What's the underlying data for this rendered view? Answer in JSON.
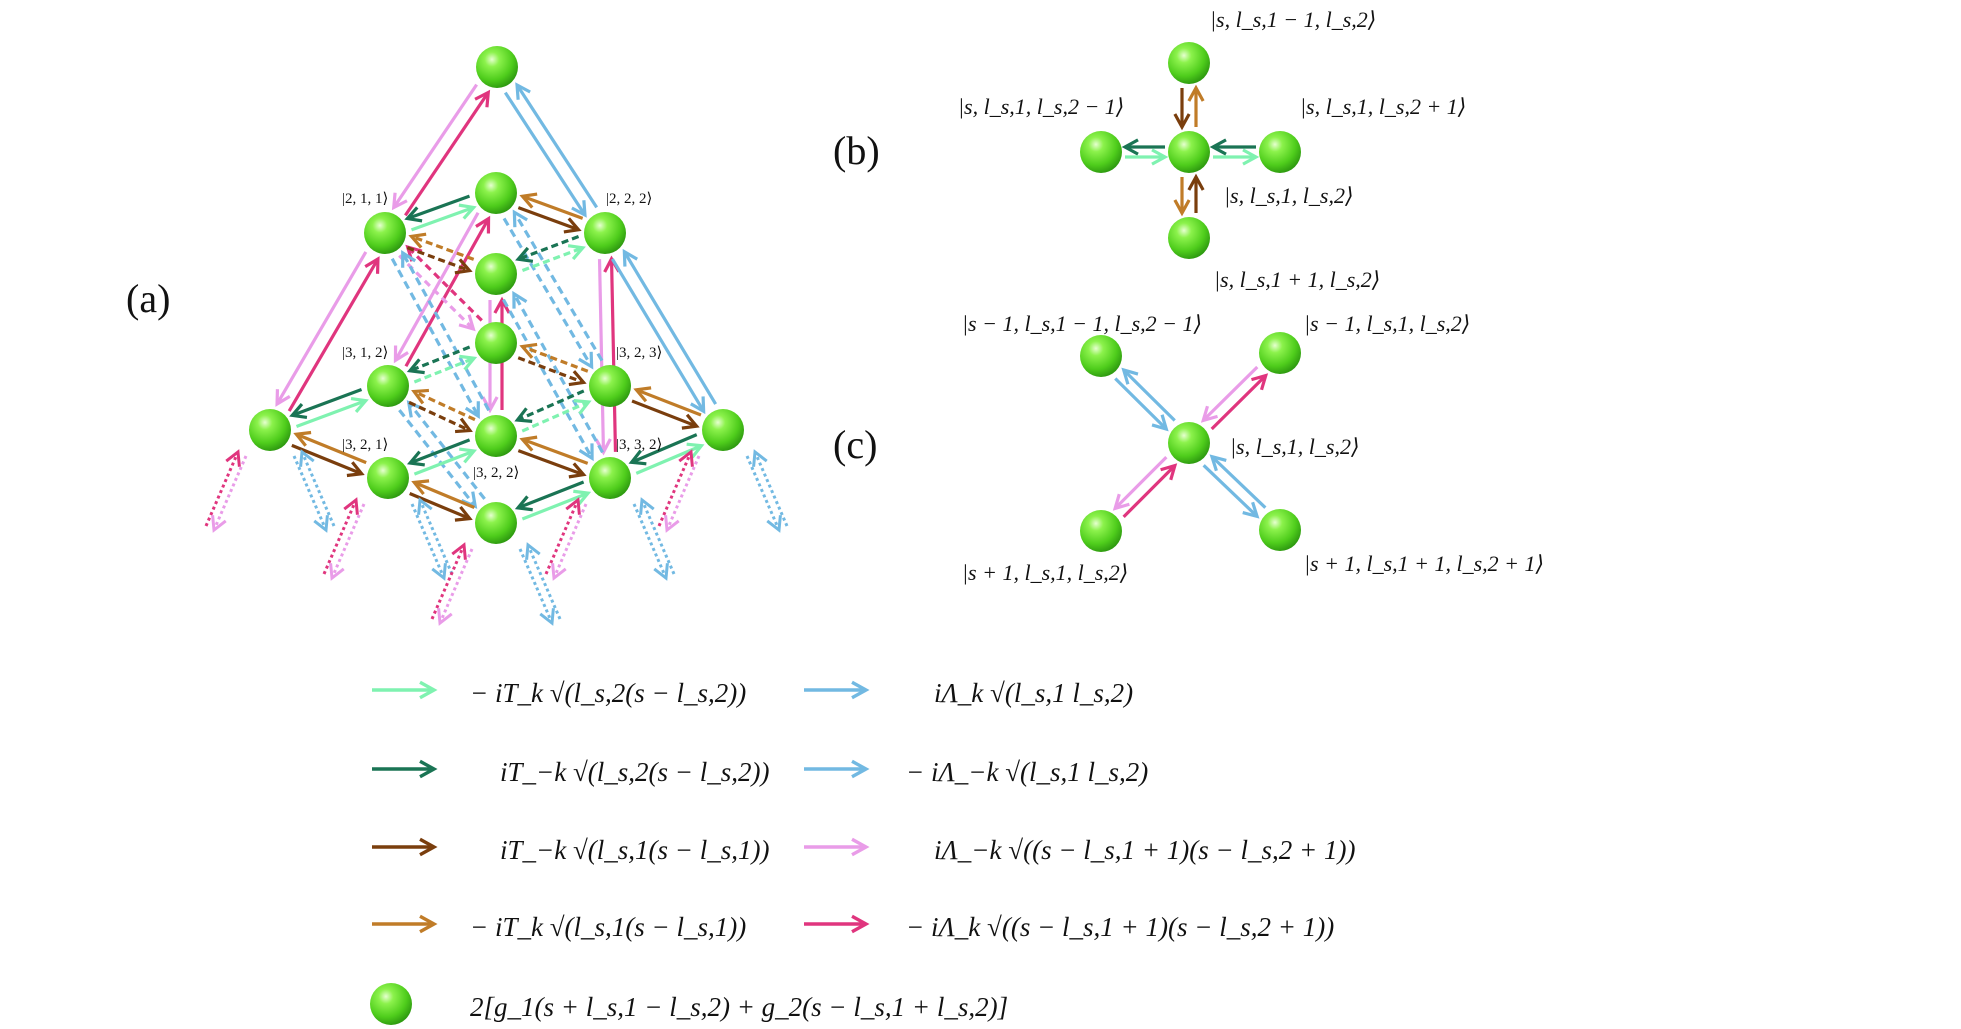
{
  "panels": {
    "a": "(a)",
    "b": "(b)",
    "c": "(c)"
  },
  "colors": {
    "light_green": "#7ff2b0",
    "dark_green": "#1a7454",
    "dark_brown": "#7a3e0d",
    "light_brown": "#c07c28",
    "light_blue": "#72b9e2",
    "light_pink": "#e99ce8",
    "magenta": "#e0357e",
    "node_green": "#62dd2a"
  },
  "panel_a_labels": {
    "s211": "|2, 1, 1⟩",
    "s222": "|2, 2, 2⟩",
    "s312": "|3, 1, 2⟩",
    "s323": "|3, 2, 3⟩",
    "s321": "|3, 2, 1⟩",
    "s333": "|3, 3, 2⟩",
    "s322": "|3, 2, 2⟩"
  },
  "panel_b_labels": {
    "top": "|s, l_s,1 − 1, l_s,2⟩",
    "left": "|s, l_s,1, l_s,2 − 1⟩",
    "right": "|s, l_s,1, l_s,2 + 1⟩",
    "center": "|s, l_s,1, l_s,2⟩",
    "bottom": "|s, l_s,1 + 1, l_s,2⟩"
  },
  "panel_c_labels": {
    "topleft": "|s − 1, l_s,1 − 1, l_s,2 − 1⟩",
    "topright": "|s − 1, l_s,1, l_s,2⟩",
    "center": "|s, l_s,1, l_s,2⟩",
    "bottomleft": "|s + 1, l_s,1, l_s,2⟩",
    "bottomright": "|s + 1, l_s,1 + 1, l_s,2 + 1⟩"
  },
  "legend": [
    {
      "name": "light-green-arrow",
      "color": "#7ff2b0",
      "formula": "− iT_k √(l_s,2(s − l_s,2))"
    },
    {
      "name": "dark-green-arrow",
      "color": "#1a7454",
      "formula": "iT_−k √(l_s,2(s − l_s,2))"
    },
    {
      "name": "dark-brown-arrow",
      "color": "#7a3e0d",
      "formula": "iT_−k √(l_s,1(s − l_s,1))"
    },
    {
      "name": "light-brown-arrow",
      "color": "#c07c28",
      "formula": "− iT_k √(l_s,1(s − l_s,1))"
    },
    {
      "name": "light-blue-arrow",
      "color": "#72b9e2",
      "formula": "iΛ_k √(l_s,1 l_s,2)"
    },
    {
      "name": "light-blue-arrow-2",
      "color": "#72b9e2",
      "formula": "− iΛ_−k √(l_s,1 l_s,2)"
    },
    {
      "name": "light-pink-arrow",
      "color": "#e99ce8",
      "formula": "iΛ_−k √((s − l_s,1 + 1)(s − l_s,2 + 1))"
    },
    {
      "name": "magenta-arrow",
      "color": "#e0357e",
      "formula": "− iΛ_k √((s − l_s,1 + 1)(s − l_s,2 + 1))"
    }
  ],
  "node_legend": "2[g_1(s + l_s,1 − l_s,2) + g_2(s − l_s,1 + l_s,2)]"
}
